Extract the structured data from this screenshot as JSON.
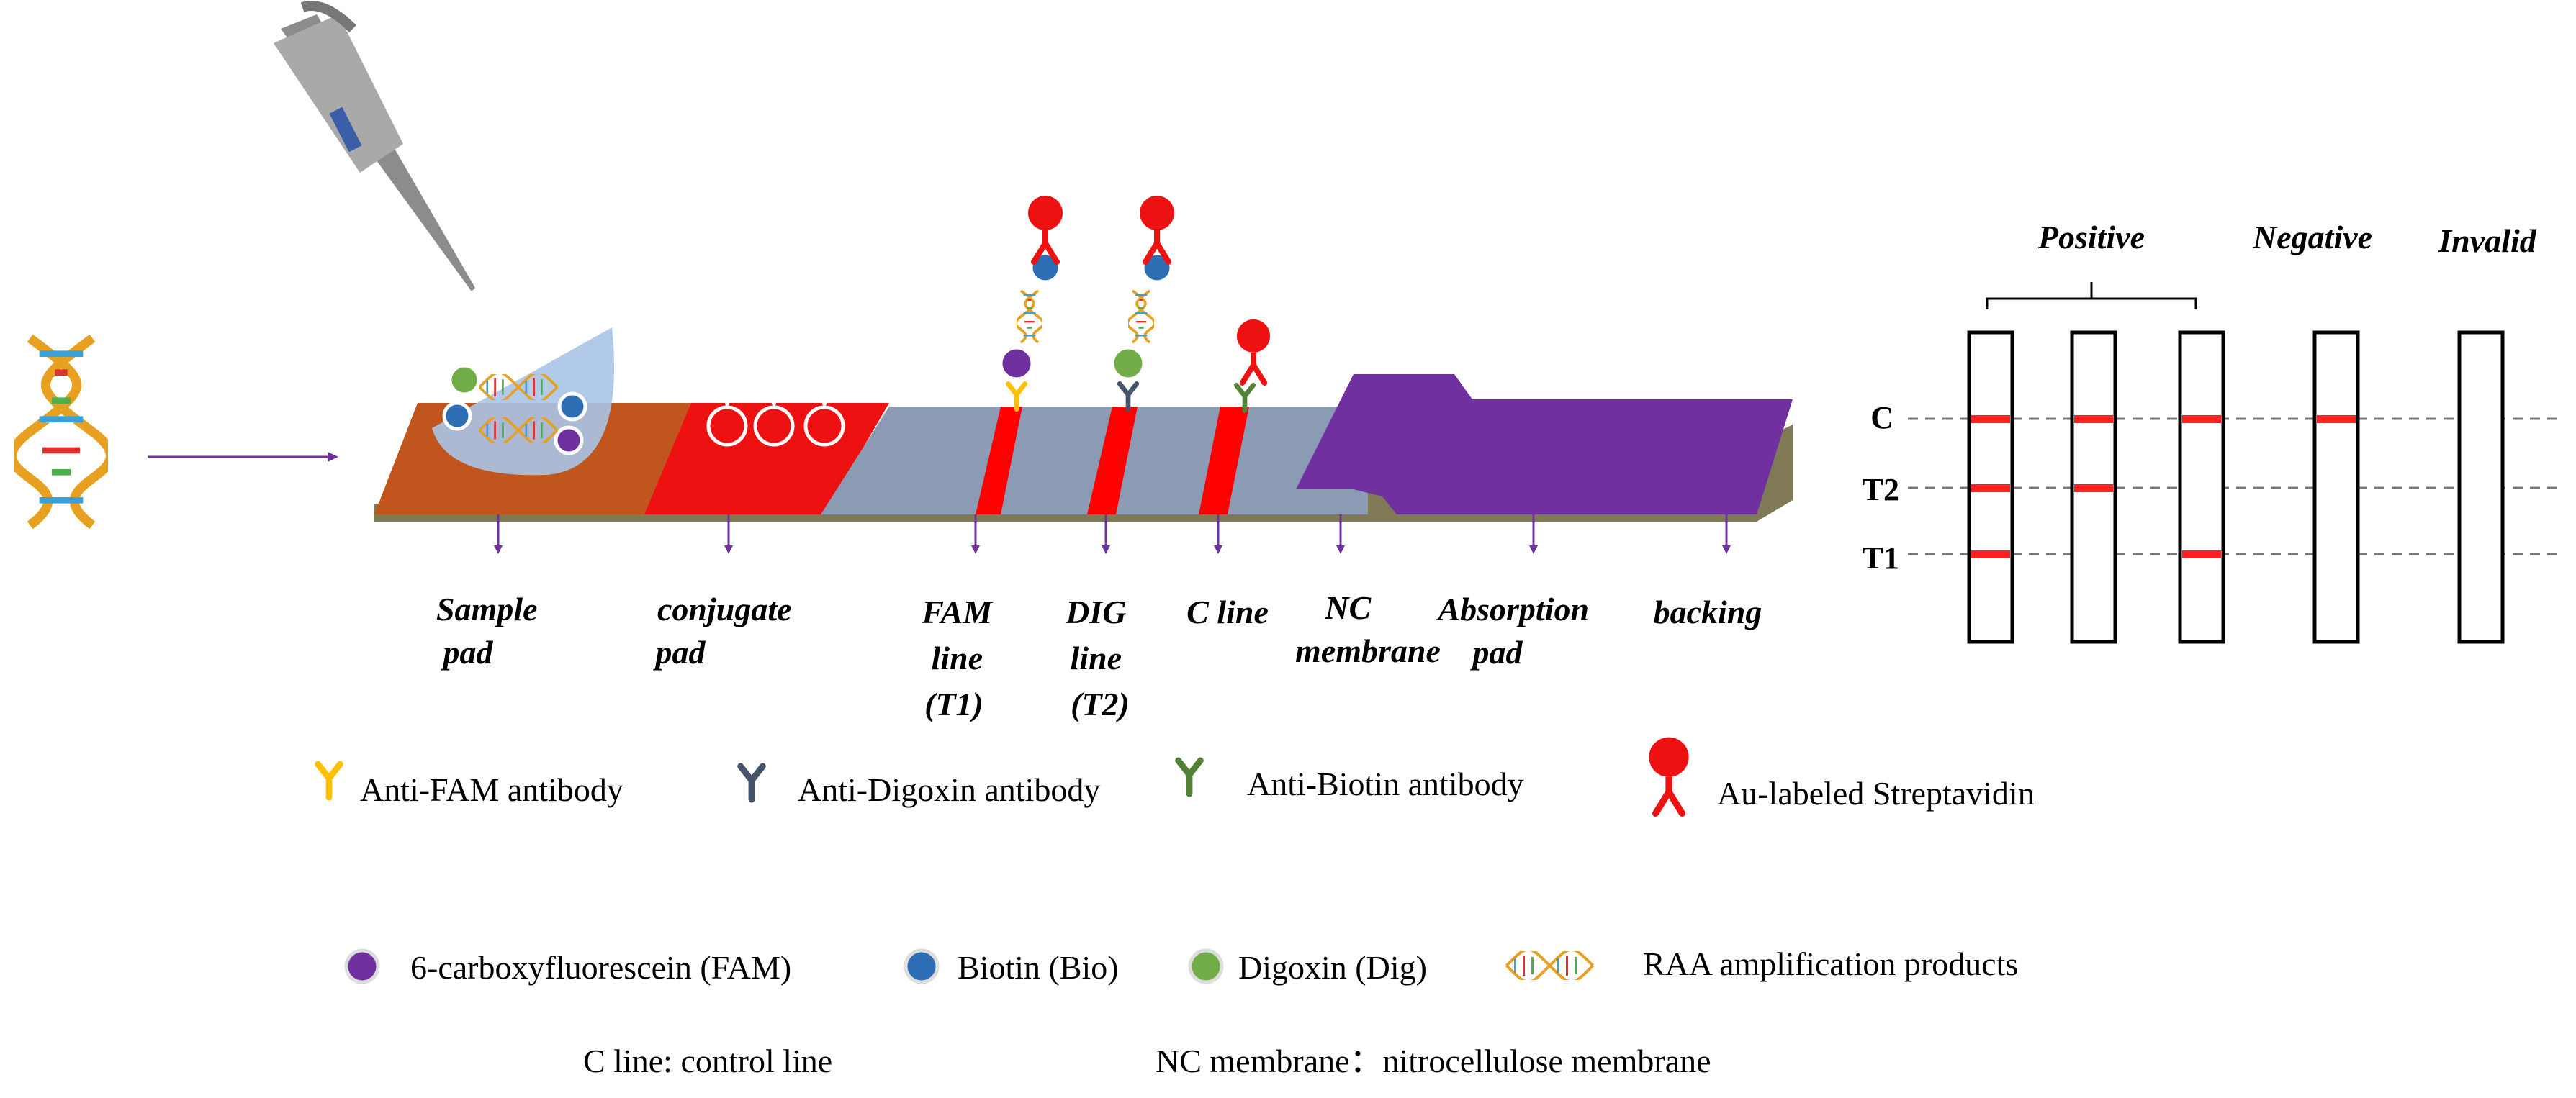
{
  "strip_labels": {
    "sample_pad": [
      "Sample",
      "pad"
    ],
    "conjugate_pad": [
      "conjugate",
      "pad"
    ],
    "fam_line": [
      "FAM",
      "line",
      "(T1)"
    ],
    "dig_line": [
      "DIG",
      "line",
      "(T2)"
    ],
    "c_line": [
      "C line"
    ],
    "nc_membrane": [
      "NC",
      "membrane"
    ],
    "absorption_pad": [
      "Absorption",
      "pad"
    ],
    "backing": [
      "backing"
    ]
  },
  "results": {
    "positive": "Positive",
    "negative": "Negative",
    "invalid": "Invalid",
    "zones": {
      "c": "C",
      "t2": "T2",
      "t1": "T1"
    }
  },
  "legend": {
    "anti_fam": "Anti-FAM antibody",
    "anti_dig": "Anti-Digoxin antibody",
    "anti_biotin": "Anti-Biotin antibody",
    "au_strep": "Au-labeled Streptavidin",
    "fam": "6-carboxyfluorescein (FAM)",
    "biotin": "Biotin (Bio)",
    "digoxin": "Digoxin (Dig)",
    "raa": "RAA amplification products"
  },
  "notes": {
    "c_line": "C line: control line",
    "nc_membrane": "NC membrane：nitrocellulose membrane"
  },
  "colors": {
    "sample_pad": "#c0561d",
    "conjugate_pad": "#ee1111",
    "nc_membrane": "#8a9bb3",
    "absorption_pad": "#7030a0",
    "backing": "#7f7a55",
    "test_line": "#ff0000",
    "fam_dot": "#7030a0",
    "biotin_dot": "#2e6eb5",
    "digoxin_dot": "#70ad47",
    "anti_fam": "#ffc000",
    "anti_dig": "#44546a",
    "anti_biotin": "#548235",
    "arrow": "#7030a0"
  },
  "icons": [
    "dna-helix-icon",
    "pipette-icon",
    "antibody-icon",
    "streptavidin-icon"
  ]
}
